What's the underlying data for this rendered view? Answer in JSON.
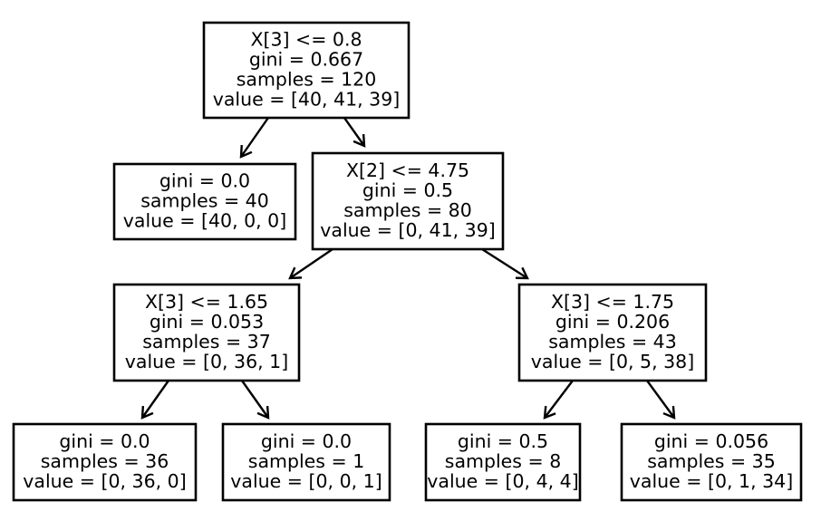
{
  "nodes": [
    {
      "id": "n0",
      "lines": [
        "X[3] <= 0.8",
        "gini = 0.667",
        "samples = 120",
        "value = [40, 41, 39]"
      ]
    },
    {
      "id": "n1",
      "lines": [
        "gini = 0.0",
        "samples = 40",
        "value = [40, 0, 0]"
      ]
    },
    {
      "id": "n2",
      "lines": [
        "X[2] <= 4.75",
        "gini = 0.5",
        "samples = 80",
        "value = [0, 41, 39]"
      ]
    },
    {
      "id": "n3",
      "lines": [
        "X[3] <= 1.65",
        "gini = 0.053",
        "samples = 37",
        "value = [0, 36, 1]"
      ]
    },
    {
      "id": "n4",
      "lines": [
        "X[3] <= 1.75",
        "gini = 0.206",
        "samples = 43",
        "value = [0, 5, 38]"
      ]
    },
    {
      "id": "n5",
      "lines": [
        "gini = 0.0",
        "samples = 36",
        "value = [0, 36, 0]"
      ]
    },
    {
      "id": "n6",
      "lines": [
        "gini = 0.0",
        "samples = 1",
        "value = [0, 0, 1]"
      ]
    },
    {
      "id": "n7",
      "lines": [
        "gini = 0.5",
        "samples = 8",
        "value = [0, 4, 4]"
      ]
    },
    {
      "id": "n8",
      "lines": [
        "gini = 0.056",
        "samples = 35",
        "value = [0, 1, 34]"
      ]
    }
  ],
  "edges": [
    {
      "from": "n0",
      "to": "n1"
    },
    {
      "from": "n0",
      "to": "n2"
    },
    {
      "from": "n2",
      "to": "n3"
    },
    {
      "from": "n2",
      "to": "n4"
    },
    {
      "from": "n3",
      "to": "n5"
    },
    {
      "from": "n3",
      "to": "n6"
    },
    {
      "from": "n4",
      "to": "n7"
    },
    {
      "from": "n4",
      "to": "n8"
    }
  ]
}
